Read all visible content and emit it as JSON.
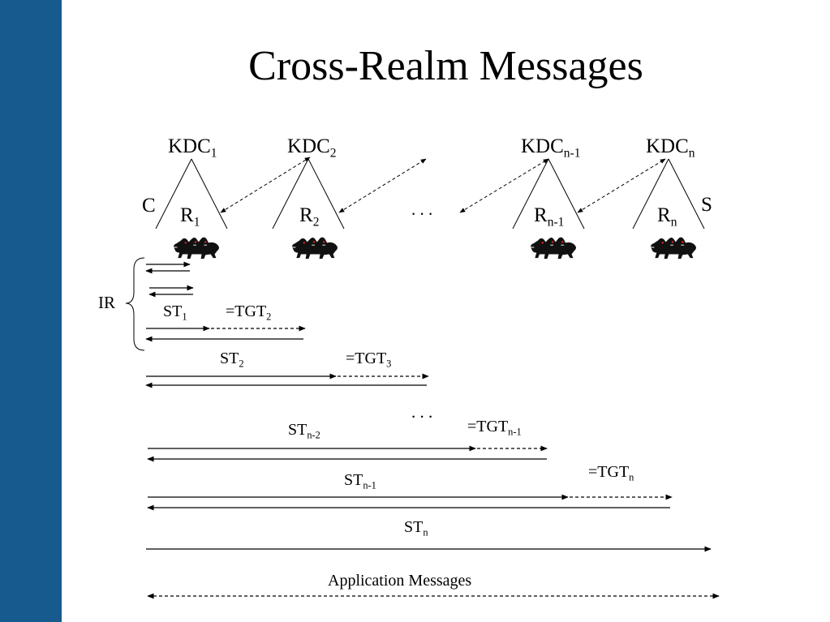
{
  "title": "Cross-Realm Messages",
  "colors": {
    "sidebar": "#165a8e",
    "background": "#ffffff",
    "ink": "#000000"
  },
  "realms": [
    {
      "kdc": "KDC",
      "kdc_sub": "1",
      "realm": "R",
      "realm_sub": "1"
    },
    {
      "kdc": "KDC",
      "kdc_sub": "2",
      "realm": "R",
      "realm_sub": "2"
    },
    {
      "kdc": "KDC",
      "kdc_sub": "n-1",
      "realm": "R",
      "realm_sub": "n-1"
    },
    {
      "kdc": "KDC",
      "kdc_sub": "n",
      "realm": "R",
      "realm_sub": "n"
    }
  ],
  "client_label": "C",
  "server_label": "S",
  "ellipsis": ". . .",
  "ir_label": "IR",
  "icon": "cerberus-icon",
  "messages": [
    {
      "st": "ST",
      "st_sub": "1",
      "tgt": "=TGT",
      "tgt_sub": "2"
    },
    {
      "st": "ST",
      "st_sub": "2",
      "tgt": "=TGT",
      "tgt_sub": "3"
    },
    {
      "st": "ST",
      "st_sub": "n-2",
      "tgt": "=TGT",
      "tgt_sub": "n-1"
    },
    {
      "st": "ST",
      "st_sub": "n-1",
      "tgt": "=TGT",
      "tgt_sub": "n"
    },
    {
      "st": "ST",
      "st_sub": "n"
    }
  ],
  "application_label": "Application Messages"
}
